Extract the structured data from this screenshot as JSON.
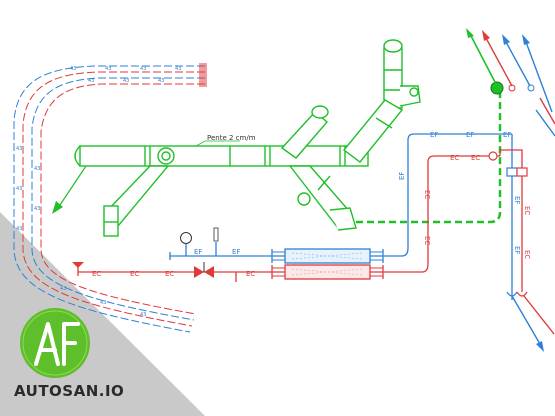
{
  "labels": {
    "slope": "Pente 2 cm/m",
    "cold_water": "EF",
    "hot_water": "EC",
    "tube_code": "43"
  },
  "brand": {
    "name": "AUTOSAN.IO",
    "logo_letters": "AF"
  },
  "colors": {
    "cold_water": "#2f80d8",
    "hot_water": "#e03a3a",
    "drainage": "#1fbf2a",
    "logo_green": "#5fbf2a",
    "corner_grey": "#c9c9c9"
  }
}
